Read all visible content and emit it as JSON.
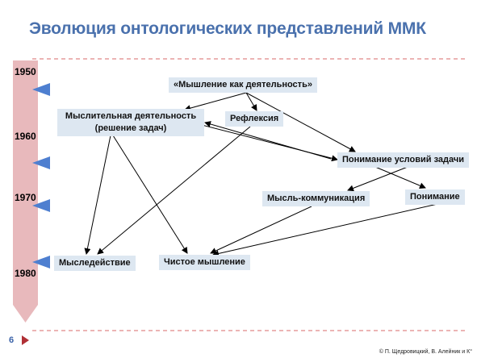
{
  "title": "Эволюция онтологических представлений ММК",
  "timeline": {
    "years": [
      "1950",
      "1960",
      "1970",
      "1980"
    ]
  },
  "nodes": {
    "thinking_as_activity": "«Мышление как деятельность»",
    "mental_activity_line1": "Мыслительная деятельность",
    "mental_activity_line2": "(решение задач)",
    "reflection": "Рефлексия",
    "understanding_conditions": "Понимание условий задачи",
    "thought_communication": "Мысль-коммуникация",
    "understanding": "Понимание",
    "thought_action": "Мыследействие",
    "pure_thinking": "Чистое мышление"
  },
  "footer": {
    "page_number": "6",
    "copyright": "© П. Щедровицкий, В. Алейник и К°"
  },
  "colors": {
    "title": "#4a71ad",
    "timeline": "#e8b9bc",
    "node_fill": "#dde7f1",
    "marker": "#4e7fd0",
    "dashed_line": "#d86a6a"
  }
}
